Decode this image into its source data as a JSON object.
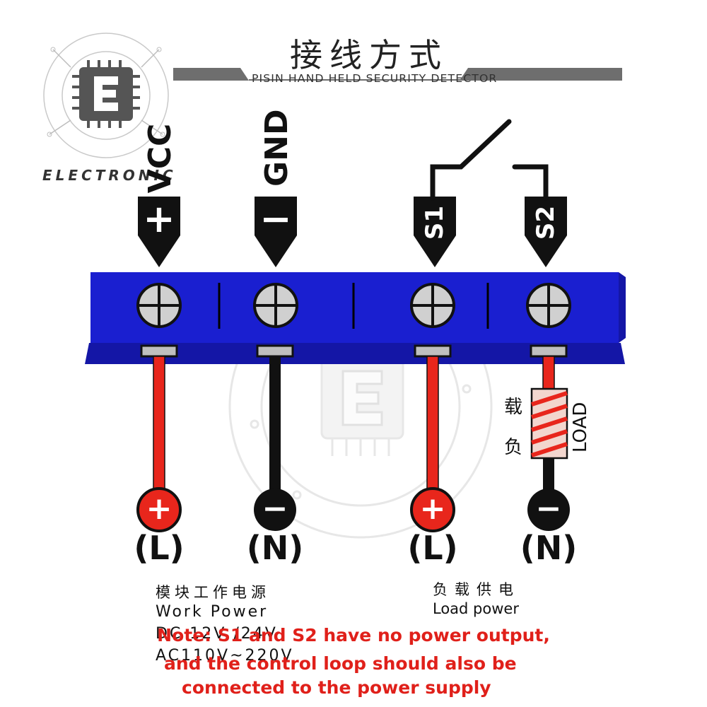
{
  "header": {
    "title": "接线方式",
    "subtitle": "PISIN HAND HELD SECURITY DETECTOR"
  },
  "brand": {
    "letter": "E",
    "name": "ELECTRONIC"
  },
  "pins": [
    {
      "label": "VCC",
      "sign": "+"
    },
    {
      "label": "GND",
      "sign": "−"
    },
    {
      "label": "",
      "sign": "S1"
    },
    {
      "label": "",
      "sign": "S2"
    }
  ],
  "wires": [
    {
      "color": "#e8261c",
      "terminal_sign": "+",
      "terminal_label": "(L)"
    },
    {
      "color": "#111111",
      "terminal_sign": "−",
      "terminal_label": "(N)"
    },
    {
      "color": "#e8261c",
      "terminal_sign": "+",
      "terminal_label": "(L)"
    },
    {
      "color": "#111111",
      "terminal_sign": "−",
      "terminal_label": "(N)"
    }
  ],
  "load": {
    "label_cn_1": "负",
    "label_cn_2": "载",
    "label_en": "LOAD"
  },
  "captions": {
    "work_cn": "模块工作电源",
    "work_en": "Work  Power",
    "work_dc": "DC  12V  /24V",
    "work_ac": "AC110V~220V",
    "load_cn": "负载供电",
    "load_en": "Load power"
  },
  "note": {
    "line1": "Note: S1 and S2 have no power output,",
    "line2": "and the control loop should also be",
    "line3": "connected to the power supply"
  },
  "colors": {
    "block_blue": "#1a1fd0",
    "block_dark": "#1416a6",
    "wire_red": "#e8261c",
    "wire_black": "#111111",
    "note_red": "#e0201a",
    "watermark": "#c8c8c8"
  }
}
